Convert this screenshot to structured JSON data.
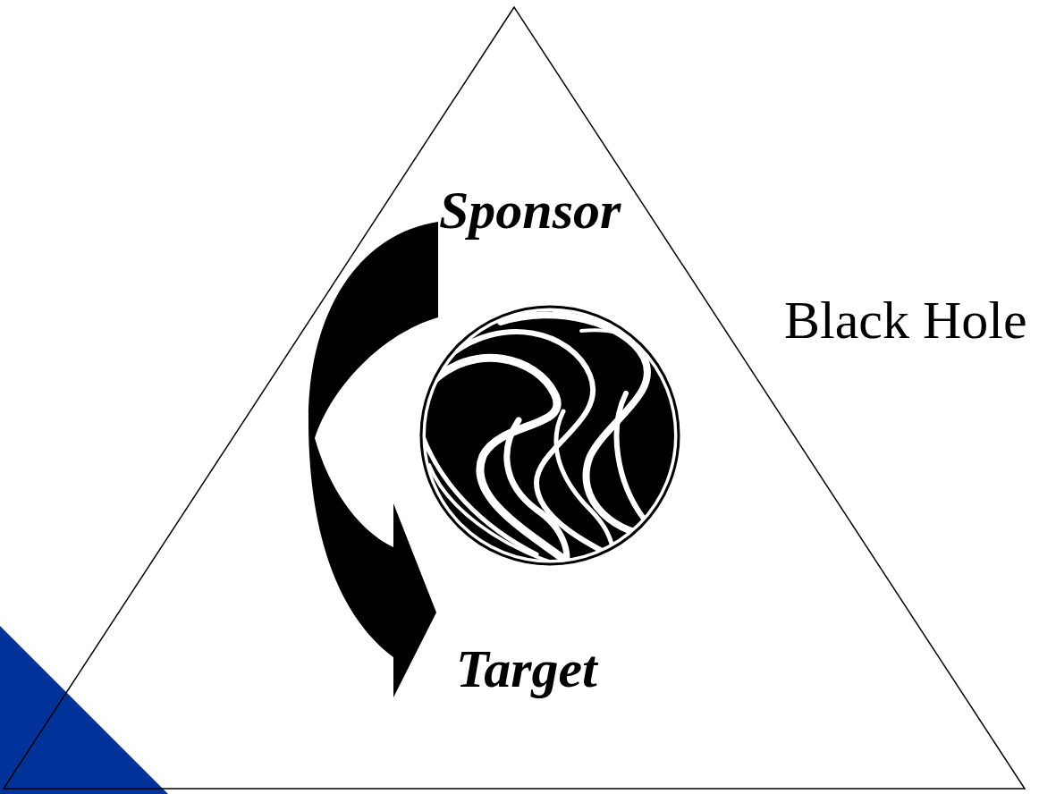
{
  "diagram": {
    "labels": [
      "Sponsor",
      "Black Hole",
      "Target"
    ]
  }
}
